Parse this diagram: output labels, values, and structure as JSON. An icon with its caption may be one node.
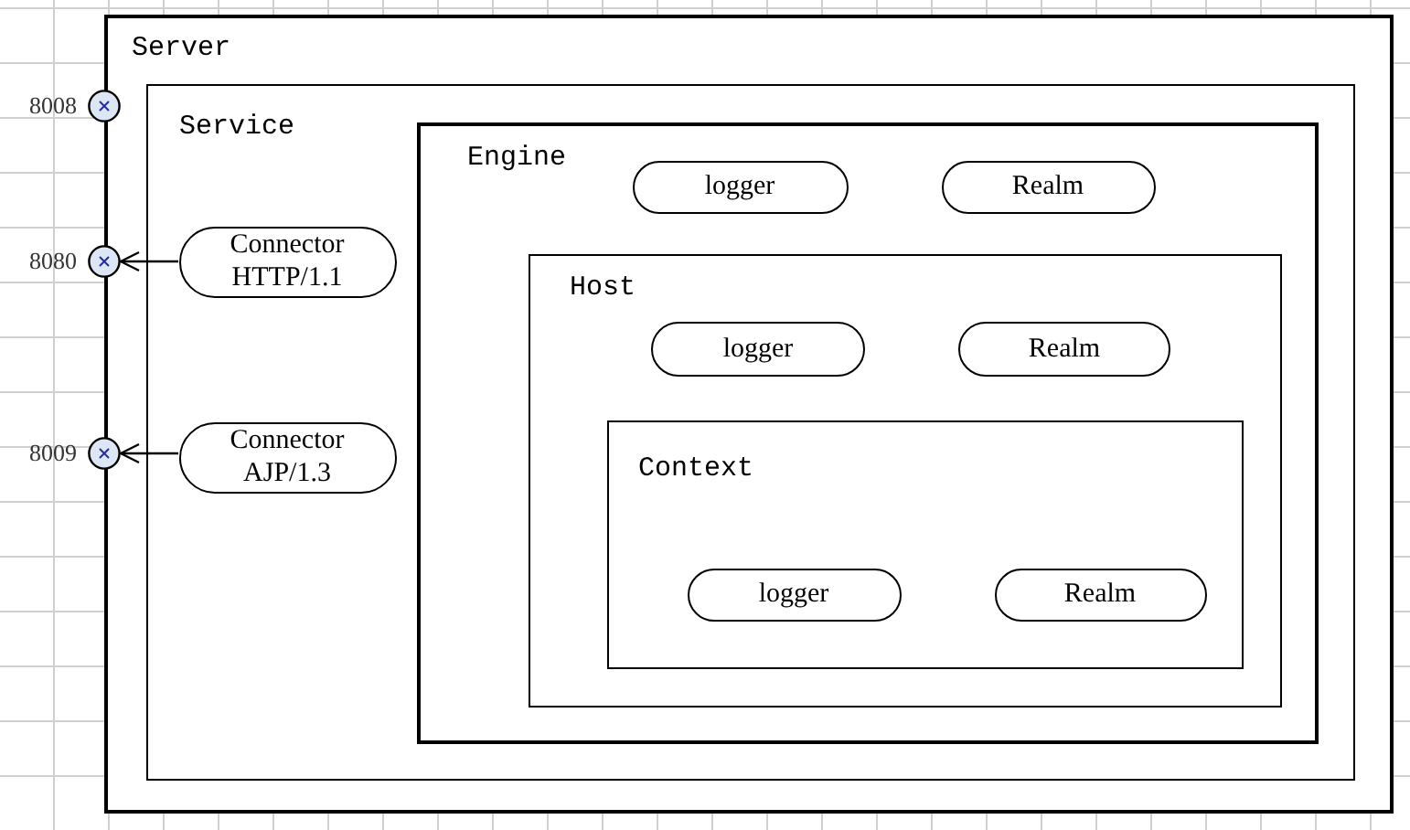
{
  "diagram": {
    "nodes": [
      {
        "text": [
          "Server"
        ]
      },
      {
        "text": [
          "Service"
        ],
        "in": 0
      },
      {
        "text": [
          "Engine"
        ],
        "in": 1
      },
      {
        "text": [
          "logger"
        ],
        "in": 2
      },
      {
        "text": [
          "Realm"
        ],
        "in": 2
      },
      {
        "text": [
          "Host"
        ],
        "in": 2
      },
      {
        "text": [
          "logger"
        ],
        "in": 5
      },
      {
        "text": [
          "Realm"
        ],
        "in": 5
      },
      {
        "text": [
          "Context"
        ],
        "in": 5
      },
      {
        "text": [
          "logger"
        ],
        "in": 8
      },
      {
        "text": [
          "Realm"
        ],
        "in": 8
      },
      {
        "text": [
          "Connector HTTP/1.1"
        ],
        "in": 1
      },
      {
        "text": [
          "Connector AJP/1.3"
        ],
        "in": 1
      },
      {
        "text": [],
        "shape": "circle",
        "beside": [
          "8008"
        ]
      },
      {
        "text": [],
        "shape": "circle",
        "beside": [
          "8080"
        ]
      },
      {
        "text": [],
        "shape": "circle",
        "beside": [
          "8009"
        ]
      }
    ],
    "edges": [
      {
        "from": 11,
        "to": 14,
        "arrow": "to"
      },
      {
        "from": 12,
        "to": 15,
        "arrow": "to"
      }
    ]
  }
}
